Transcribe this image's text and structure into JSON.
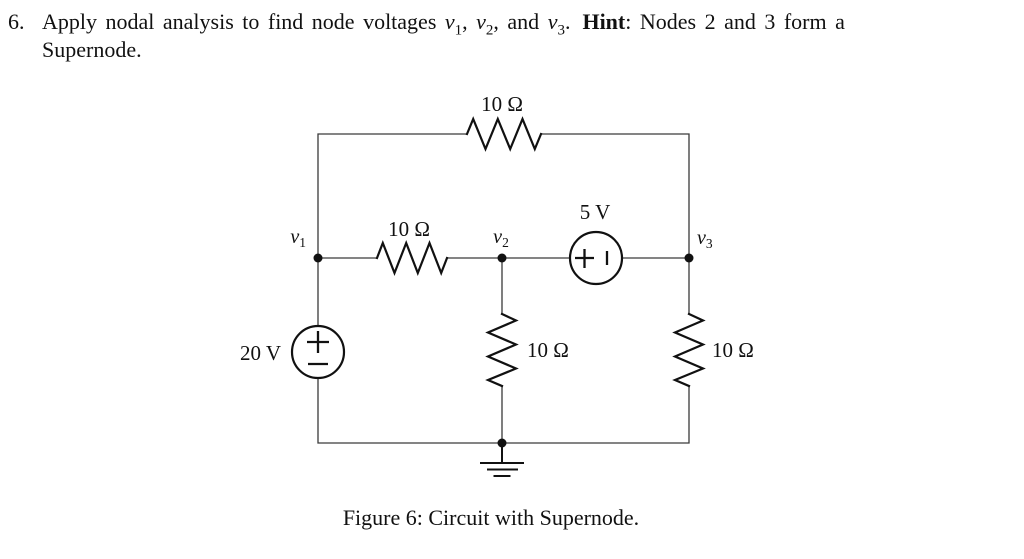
{
  "problem": {
    "number": "6.",
    "lead": "Apply nodal analysis to find node voltages ",
    "var": "v",
    "sub1": "1",
    "sub2": "2",
    "sub3": "3",
    "sep12": ", ",
    "sep23": ", and ",
    "after_vars": ".",
    "hint_label": "Hint",
    "hint_rest": ": Nodes 2 and 3 form a",
    "line2": "Supernode."
  },
  "circuit": {
    "labels": {
      "r_top": "10 Ω",
      "r_mid": "10 Ω",
      "r_center": "10 Ω",
      "r_right": "10 Ω",
      "v_source_left": "20 V",
      "v_source_mid": "5 V"
    },
    "nodes": {
      "n1": {
        "var": "v",
        "sub": "1"
      },
      "n2": {
        "var": "v",
        "sub": "2"
      },
      "n3": {
        "var": "v",
        "sub": "3"
      }
    }
  },
  "figure": {
    "caption": "Figure 6: Circuit with Supernode."
  },
  "colors": {
    "ink": "#111111",
    "wire": "#3a3a3a",
    "background": "#ffffff"
  }
}
